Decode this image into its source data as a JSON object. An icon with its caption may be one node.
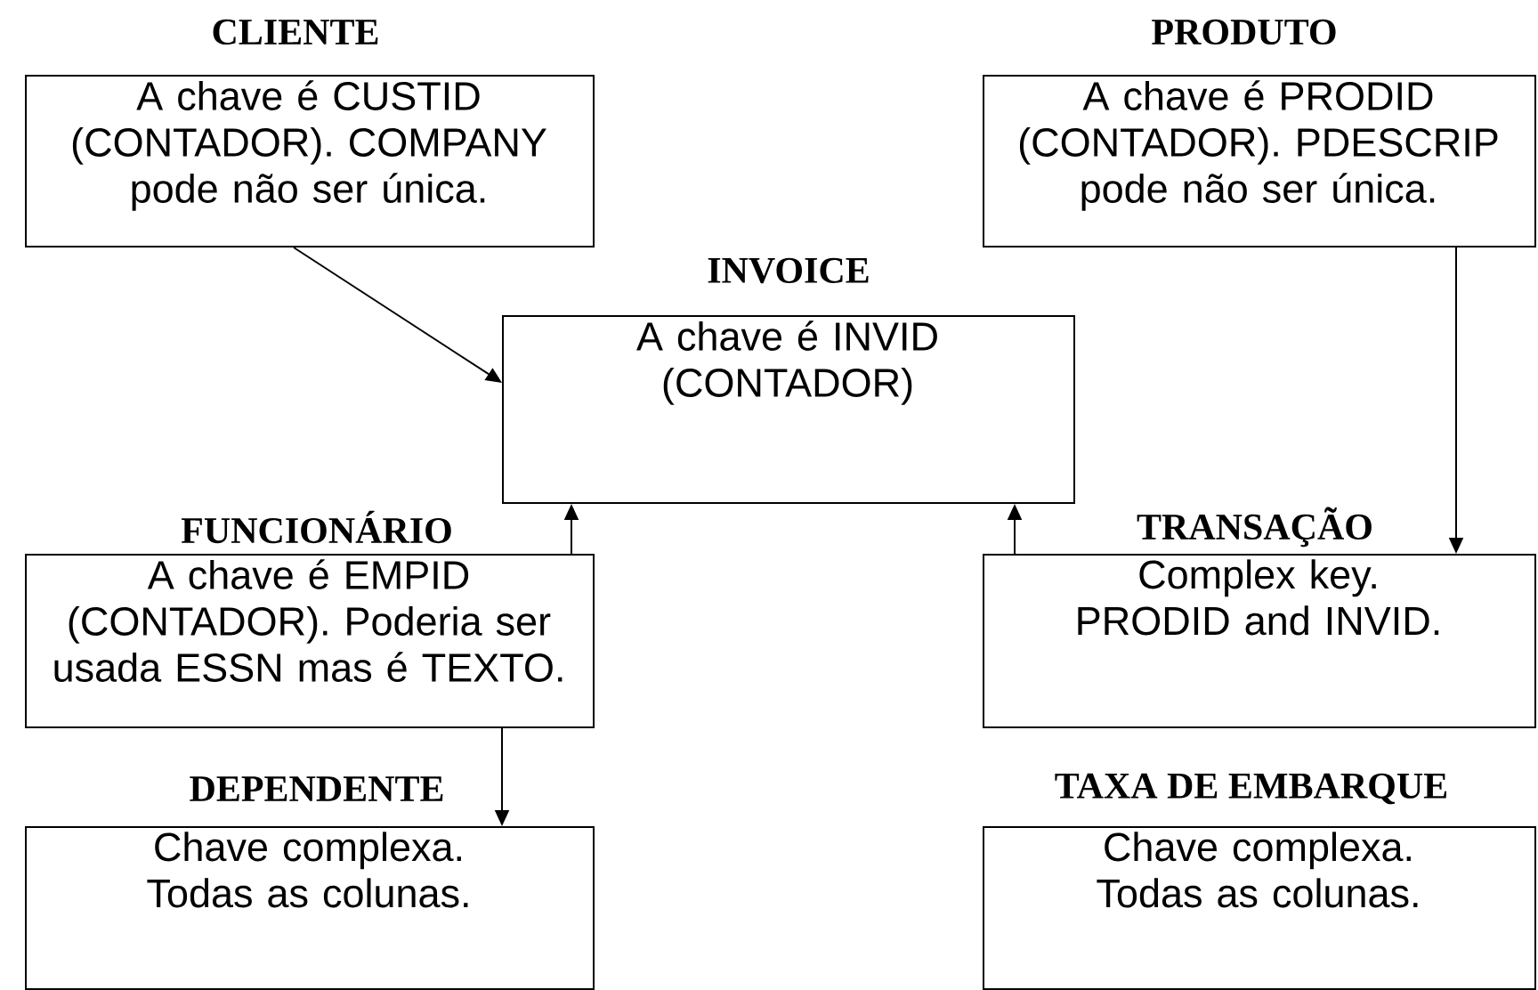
{
  "diagram": {
    "nodes": [
      {
        "text": [
          "CLIENTE",
          "A chave é CUSTID (CONTADOR). COMPANY pode não ser única."
        ]
      },
      {
        "text": [
          "PRODUTO",
          "A chave é PRODID (CONTADOR). PDESCRIP pode não ser única."
        ]
      },
      {
        "text": [
          "INVOICE",
          "A chave é INVID (CONTADOR)"
        ]
      },
      {
        "text": [
          "FUNCIONÁRIO",
          "A chave é EMPID (CONTADOR). Poderia ser usada ESSN mas é TEXTO."
        ]
      },
      {
        "text": [
          "TRANSAÇÃO",
          "Complex key. PRODID and INVID."
        ]
      },
      {
        "text": [
          "DEPENDENTE",
          "Chave complexa. Todas as colunas."
        ]
      },
      {
        "text": [
          "TAXA DE EMBARQUE",
          "Chave complexa. Todas as colunas."
        ]
      }
    ],
    "edges": [
      {
        "from": 0,
        "to": 2,
        "arrow": "to"
      },
      {
        "from": 1,
        "to": 4,
        "arrow": "to"
      },
      {
        "from": 3,
        "to": 2,
        "arrow": "to"
      },
      {
        "from": 4,
        "to": 2,
        "arrow": "to"
      },
      {
        "from": 3,
        "to": 5,
        "arrow": "to"
      }
    ]
  }
}
